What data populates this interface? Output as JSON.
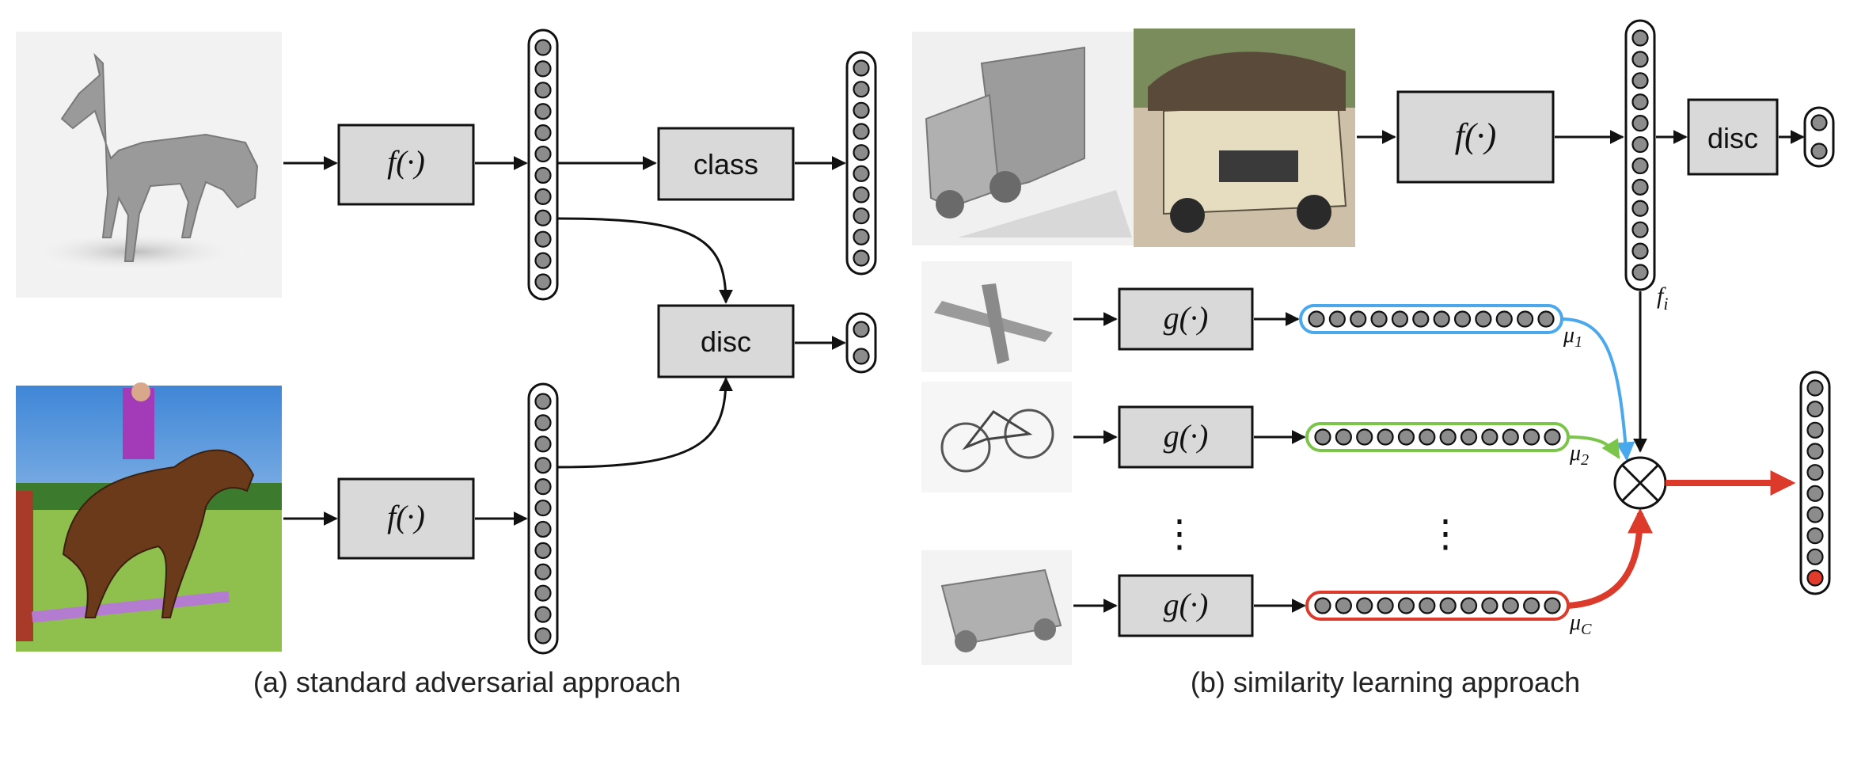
{
  "labels": {
    "f_func": "f(·)",
    "g_func": "g(·)",
    "class": "class",
    "disc": "disc",
    "f_i": "f",
    "f_i_sub": "i",
    "mu": "μ",
    "mu_1_sub": "1",
    "mu_2_sub": "2",
    "mu_C_sub": "C",
    "times": "×",
    "ellipsis": "⋮"
  },
  "captions": {
    "a": "(a) standard adversarial approach",
    "b": "(b) similarity learning approach"
  },
  "images": {
    "synthetic_horse": "synthetic horse render",
    "real_horse": "photo of horse and rider jumping",
    "synthetic_truck": "synthetic truck render",
    "real_truck": "photo of loaded truck",
    "synthetic_plane": "synthetic airplane render",
    "synthetic_bike": "synthetic bicycle render",
    "synthetic_car": "synthetic vehicle render"
  },
  "colors": {
    "mu1": "#4aa8ec",
    "mu2": "#7bc64a",
    "muC": "#dc3a2a",
    "box_fill": "#d9d9d9",
    "dot_fill": "#8c8c8c",
    "active_dot": "#e23b2c"
  }
}
